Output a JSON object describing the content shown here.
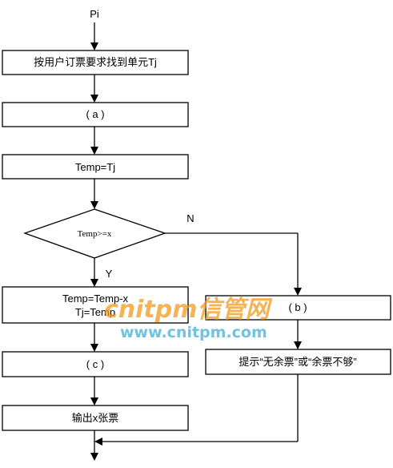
{
  "start_label": "Pi",
  "steps": {
    "find_unit": "按用户订票要求找到单元Tj",
    "a": "( a )",
    "assign_temp": "Temp=Tj",
    "decision": "Temp>=x",
    "update_line1": "Temp=Temp-x",
    "update_line2": "Tj=Temp",
    "c": "( c )",
    "output": "输出x张票",
    "b": "( b )",
    "insufficient": "提示“无余票”或“余票不够”"
  },
  "branch_labels": {
    "yes": "Y",
    "no": "N"
  },
  "watermark": {
    "brand": "cnitpm信管网",
    "url": "www.cnitpm.com"
  },
  "colors": {
    "watermark_orange": "#f39a1e",
    "watermark_blue": "#3fb0d8"
  }
}
